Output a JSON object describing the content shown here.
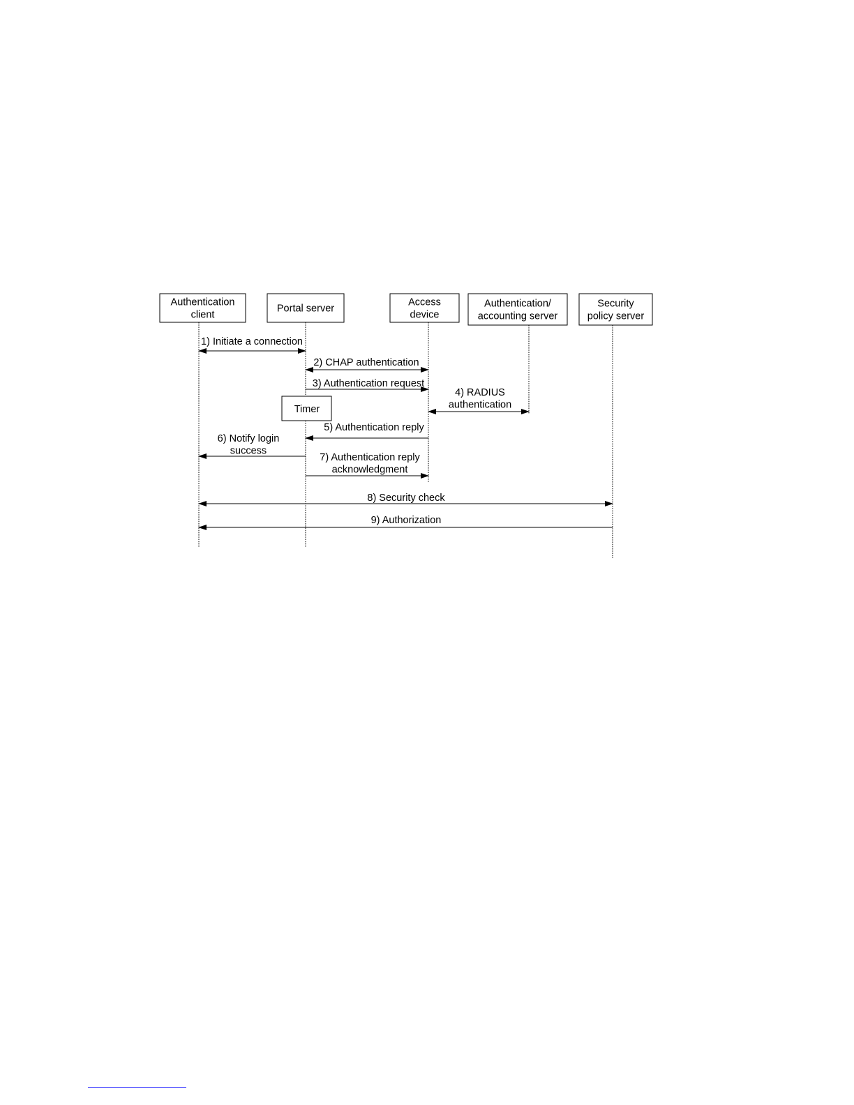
{
  "colors": {
    "line": "#000000",
    "box_border": "#000000",
    "background": "#ffffff",
    "footnote_rule": "#1a1aff"
  },
  "participants": [
    {
      "id": "client",
      "label_lines": [
        "Authentication",
        "client"
      ]
    },
    {
      "id": "portal",
      "label_lines": [
        "Portal server"
      ]
    },
    {
      "id": "access",
      "label_lines": [
        "Access",
        "device"
      ]
    },
    {
      "id": "aaa",
      "label_lines": [
        "Authentication/",
        "accounting server"
      ]
    },
    {
      "id": "security",
      "label_lines": [
        "Security",
        "policy server"
      ]
    }
  ],
  "timer": {
    "label": "Timer",
    "on": "portal"
  },
  "messages": [
    {
      "id": "m1",
      "from": "client",
      "to": "portal",
      "direction": "both",
      "label_lines": [
        "1) Initiate a connection"
      ]
    },
    {
      "id": "m2",
      "from": "portal",
      "to": "access",
      "direction": "both",
      "label_lines": [
        "2) CHAP authentication"
      ]
    },
    {
      "id": "m3",
      "from": "portal",
      "to": "access",
      "direction": "forward",
      "label_lines": [
        "3) Authentication request"
      ]
    },
    {
      "id": "m4",
      "from": "access",
      "to": "aaa",
      "direction": "both",
      "label_lines": [
        "4) RADIUS",
        "authentication"
      ]
    },
    {
      "id": "m5",
      "from": "access",
      "to": "portal",
      "direction": "forward",
      "label_lines": [
        "5) Authentication reply"
      ]
    },
    {
      "id": "m6",
      "from": "portal",
      "to": "client",
      "direction": "forward",
      "label_lines": [
        "6) Notify  login",
        "success"
      ]
    },
    {
      "id": "m7",
      "from": "portal",
      "to": "access",
      "direction": "forward",
      "label_lines": [
        "7) Authentication reply",
        "acknowledgment"
      ]
    },
    {
      "id": "m8",
      "from": "client",
      "to": "security",
      "direction": "both",
      "label_lines": [
        "8) Security check"
      ]
    },
    {
      "id": "m9",
      "from": "security",
      "to": "client",
      "direction": "forward",
      "label_lines": [
        "9) Authorization"
      ]
    }
  ]
}
